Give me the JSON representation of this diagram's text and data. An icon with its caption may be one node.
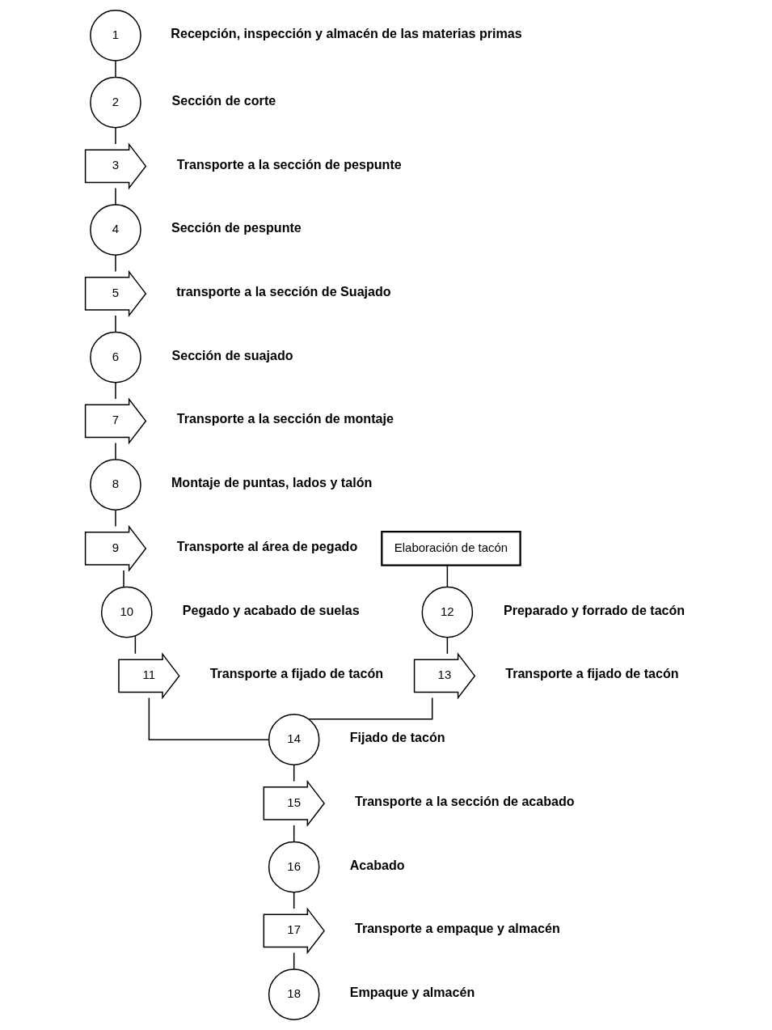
{
  "diagram": {
    "nodes": [
      {
        "text": [
          "1"
        ],
        "beside": [
          "Recepción, inspección y almacén de las materias primas"
        ]
      },
      {
        "text": [
          "2"
        ],
        "beside": [
          "Sección de corte"
        ]
      },
      {
        "text": [
          "3"
        ],
        "beside": [
          "Transporte a la sección de pespunte"
        ]
      },
      {
        "text": [
          "4"
        ],
        "beside": [
          "Sección de pespunte"
        ]
      },
      {
        "text": [
          "5"
        ],
        "beside": [
          "transporte a la sección de Suajado"
        ]
      },
      {
        "text": [
          "6"
        ],
        "beside": [
          "Sección de suajado"
        ]
      },
      {
        "text": [
          "7"
        ],
        "beside": [
          "Transporte a la sección de montaje"
        ]
      },
      {
        "text": [
          "8"
        ],
        "beside": [
          "Montaje de puntas, lados y talón"
        ]
      },
      {
        "text": [
          "9"
        ],
        "beside": [
          "Transporte al área de pegado"
        ]
      },
      {
        "text": [
          "10"
        ],
        "beside": [
          "Pegado y acabado de suelas"
        ]
      },
      {
        "text": [
          "11"
        ],
        "beside": [
          "Transporte a fijado de tacón"
        ]
      },
      {
        "text": [
          "Elaboración de tacón"
        ]
      },
      {
        "text": [
          "12"
        ],
        "beside": [
          "Preparado y forrado de tacón"
        ]
      },
      {
        "text": [
          "13"
        ],
        "beside": [
          "Transporte a fijado de tacón"
        ]
      },
      {
        "text": [
          "14"
        ],
        "beside": [
          "Fijado de tacón"
        ]
      },
      {
        "text": [
          "15"
        ],
        "beside": [
          "Transporte a la sección de acabado"
        ]
      },
      {
        "text": [
          "16"
        ],
        "beside": [
          "Acabado"
        ]
      },
      {
        "text": [
          "17"
        ],
        "beside": [
          "Transporte a empaque y almacén"
        ]
      },
      {
        "text": [
          "18"
        ],
        "beside": [
          "Empaque y almacén"
        ]
      }
    ],
    "edges": [
      {
        "from": 0,
        "to": 1,
        "arrow": "none"
      },
      {
        "from": 1,
        "to": 2,
        "arrow": "none"
      },
      {
        "from": 2,
        "to": 3,
        "arrow": "none"
      },
      {
        "from": 3,
        "to": 4,
        "arrow": "none"
      },
      {
        "from": 4,
        "to": 5,
        "arrow": "none"
      },
      {
        "from": 5,
        "to": 6,
        "arrow": "none"
      },
      {
        "from": 6,
        "to": 7,
        "arrow": "none"
      },
      {
        "from": 7,
        "to": 8,
        "arrow": "none"
      },
      {
        "from": 8,
        "to": 9,
        "arrow": "none"
      },
      {
        "from": 9,
        "to": 10,
        "arrow": "none"
      },
      {
        "from": 10,
        "to": 14,
        "arrow": "none"
      },
      {
        "from": 11,
        "to": 12,
        "arrow": "none"
      },
      {
        "from": 12,
        "to": 13,
        "arrow": "none"
      },
      {
        "from": 13,
        "to": 14,
        "arrow": "none"
      },
      {
        "from": 14,
        "to": 15,
        "arrow": "none"
      },
      {
        "from": 15,
        "to": 16,
        "arrow": "none"
      },
      {
        "from": 16,
        "to": 17,
        "arrow": "none"
      },
      {
        "from": 17,
        "to": 18,
        "arrow": "none"
      }
    ]
  }
}
